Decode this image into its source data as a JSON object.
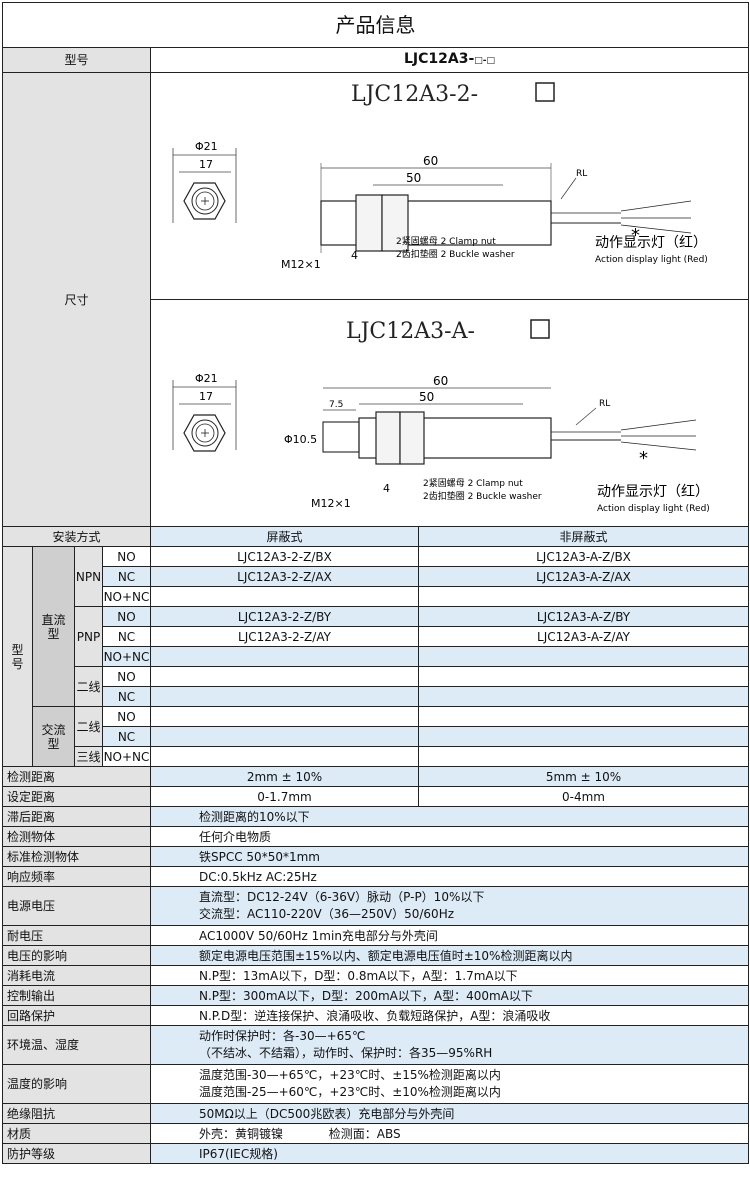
{
  "title": "产品信息",
  "model_label": "型号",
  "model_value": "LJC12A3-",
  "size_label": "尺寸",
  "drawings": [
    {
      "title": "LJC12A3-2-",
      "dia_outer": "Φ21",
      "dia_inner": "17",
      "len_total": "60",
      "len_body": "50",
      "thread": "M12×1",
      "nut_width": "4",
      "rl": "RL",
      "nut_label": "2紧固螺母  2 Clamp nut",
      "washer_label": "2齿扣垫圈  2 Buckle washer",
      "star": "*",
      "light_cn": "动作显示灯（红）",
      "light_en": "Action display light (Red)"
    },
    {
      "title": "LJC12A3-A-",
      "dia_outer": "Φ21",
      "dia_inner": "17",
      "len_total": "60",
      "len_body": "50",
      "len_head": "7.5",
      "head_dia": "Φ10.5",
      "thread": "M12×1",
      "nut_width": "4",
      "rl": "RL",
      "nut_label": "2紧固螺母  2 Clamp nut",
      "washer_label": "2齿扣垫圈  2 Buckle washer",
      "star": "*",
      "light_cn": "动作显示灯（红）",
      "light_en": "Action display light (Red)"
    }
  ],
  "install": {
    "label": "安装方式",
    "shielded": "屏蔽式",
    "unshielded": "非屏蔽式"
  },
  "matrix": {
    "model": "型号",
    "dc": "直流型",
    "ac": "交流型",
    "npn": "NPN",
    "pnp": "PNP",
    "two_wire": "二线",
    "three_wire": "三线",
    "no": "NO",
    "nc": "NC",
    "nonc": "NO+NC",
    "npn_no_s": "LJC12A3-2-Z/BX",
    "npn_no_u": "LJC12A3-A-Z/BX",
    "npn_nc_s": "LJC12A3-2-Z/AX",
    "npn_nc_u": "LJC12A3-A-Z/AX",
    "pnp_no_s": "LJC12A3-2-Z/BY",
    "pnp_no_u": "LJC12A3-A-Z/BY",
    "pnp_nc_s": "LJC12A3-2-Z/AY",
    "pnp_nc_u": "LJC12A3-A-Z/AY"
  },
  "specs2": [
    {
      "label": "检测距离",
      "s": "2mm ± 10%",
      "u": "5mm ± 10%"
    },
    {
      "label": "设定距离",
      "s": "0-1.7mm",
      "u": "0-4mm"
    }
  ],
  "specs": [
    {
      "label": "滞后距离",
      "value": "检测距离的10%以下"
    },
    {
      "label": "检测物体",
      "value": "任何介电物质"
    },
    {
      "label": "标准检测物体",
      "value": "铁SPCC 50*50*1mm"
    },
    {
      "label": "响应频率",
      "value": "DC:0.5kHz AC:25Hz"
    },
    {
      "label": "电源电压",
      "value": "直流型：DC12-24V（6-36V）脉动（P-P）10%以下",
      "value2": "交流型：AC110-220V（36—250V）50/60Hz"
    },
    {
      "label": "耐电压",
      "value": "AC1000V 50/60Hz 1min充电部分与外壳间"
    },
    {
      "label": "电压的影响",
      "value": "额定电源电压范围±15%以内、额定电源电压值时±10%检测距离以内"
    },
    {
      "label": "消耗电流",
      "value": "N.P型：13mA以下，D型：0.8mA以下，A型：1.7mA以下"
    },
    {
      "label": "控制输出",
      "value": "N.P型：300mA以下，D型：200mA以下，A型：400mA以下"
    },
    {
      "label": "回路保护",
      "value": "N.P.D型：逆连接保护、浪涌吸收、负载短路保护，A型：浪涌吸收"
    },
    {
      "label": "环境温、湿度",
      "value": "动作时保护时：各-30—+65℃",
      "value2": "（不结冰、不结霜），动作时、保护时：各35—95%RH"
    },
    {
      "label": "温度的影响",
      "value": "温度范围-30—+65℃，+23℃时、±15%检测距离以内",
      "value2": "温度范围-25—+60℃，+23℃时、±10%检测距离以内"
    },
    {
      "label": "绝缘阻抗",
      "value": "50MΩ以上（DC500兆欧表）充电部分与外壳间"
    },
    {
      "label": "材质",
      "value": "外壳：黄铜镀镍            检测面：ABS"
    },
    {
      "label": "防护等级",
      "value": "IP67(IEC规格)"
    }
  ]
}
